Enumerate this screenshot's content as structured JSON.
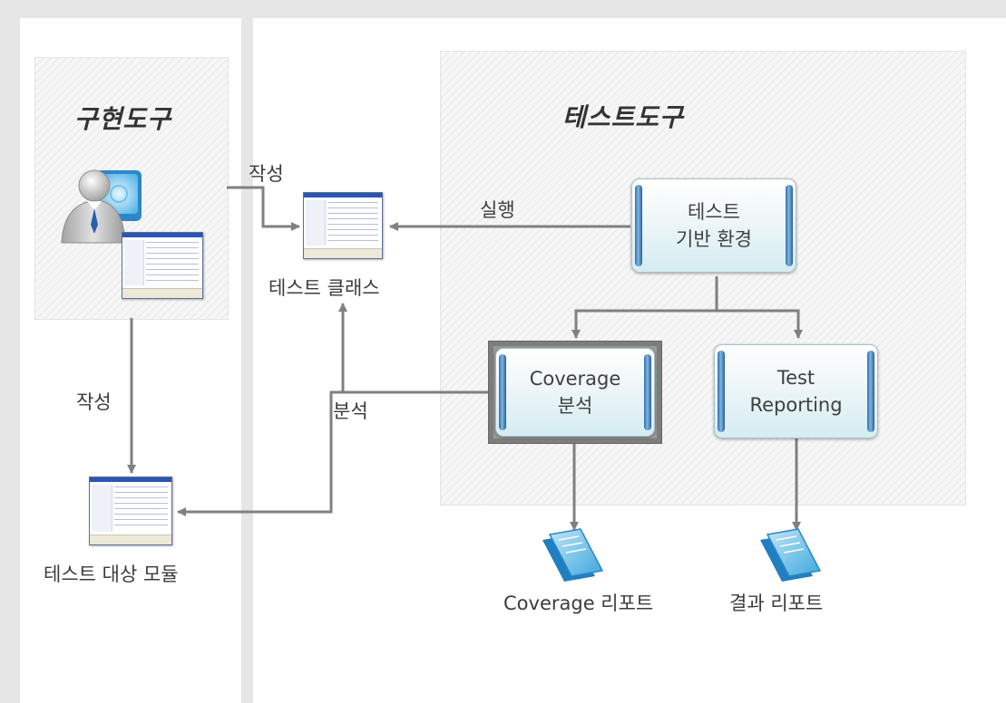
{
  "zones": {
    "implementation_title": "구현도구",
    "test_tool_title": "테스트도구"
  },
  "labels": {
    "write_top": "작성",
    "write_left": "작성",
    "execute": "실행",
    "analyze": "분석",
    "test_class": "테스트 클래스",
    "target_module": "테스트 대상 모듈",
    "coverage_report": "Coverage 리포트",
    "result_report": "결과 리포트"
  },
  "boxes": {
    "test_env": [
      "테스트",
      "기반 환경"
    ],
    "coverage": [
      "Coverage",
      "분석"
    ],
    "reporting": [
      "Test",
      "Reporting"
    ]
  },
  "colors": {
    "arrow": "#808080",
    "accent_blue": "#2f6fae",
    "doc_blue": "#4fb3e3"
  }
}
